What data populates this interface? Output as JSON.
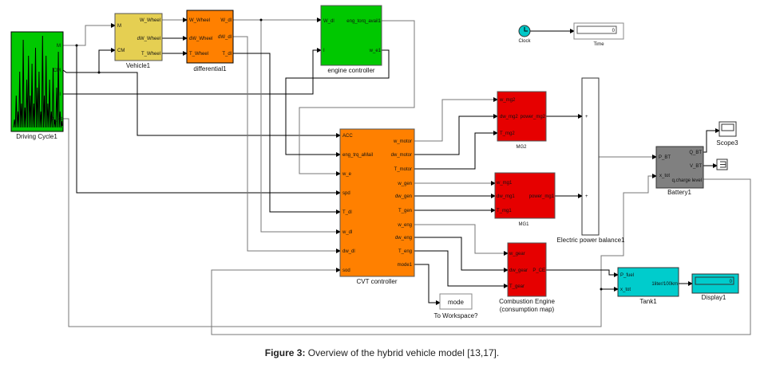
{
  "colors": {
    "green": "#00c800",
    "yellow": "#e5cf52",
    "orange": "#ff8000",
    "red": "#e60000",
    "gray": "#808080",
    "cyan": "#00cccc",
    "clock": "#00c8c8"
  },
  "blocks": {
    "driving_cycle": {
      "label": "Driving Cycle1",
      "outputs": [
        "M",
        "CM",
        "I",
        "K_tot"
      ]
    },
    "vehicle": {
      "label": "Vehicle1",
      "inputs": [
        "M",
        "CM"
      ],
      "outputs": [
        "W_Wheel",
        "dW_Wheel",
        "T_Wheel"
      ]
    },
    "differential": {
      "label": "differential1",
      "inputs": [
        "W_Wheel",
        "dW_Wheel",
        "T_Wheel"
      ],
      "outputs": [
        "W_dl",
        "dW_dl",
        "T_dl"
      ]
    },
    "engine_controller": {
      "label": "engine controller",
      "inputs": [
        "W_dl",
        "I"
      ],
      "outputs": [
        "eng_torq_avail1",
        "w_e1"
      ]
    },
    "clock": {
      "label": "Clock"
    },
    "time": {
      "label": "Time",
      "value": "0"
    },
    "cvt": {
      "label": "CVT controller",
      "inputs": [
        "ACC",
        "eng_trq_aMail",
        "w_e",
        "spd",
        "T_dl",
        "w_dl",
        "dw_dl",
        "sod"
      ],
      "outputs": [
        "w_motor",
        "dw_motor",
        "T_motor",
        "w_gen",
        "dw_gen",
        "T_gen",
        "w_eng",
        "dw_eng",
        "T_eng",
        "mode1"
      ]
    },
    "mg2": {
      "label": "MG2",
      "inputs": [
        "w_mg2",
        "dw_mg2",
        "T_mg2"
      ],
      "output": "power_mg2"
    },
    "mg1": {
      "label": "MG1",
      "inputs": [
        "w_mg1",
        "dw_mg1",
        "T_mg1"
      ],
      "output": "power_mg1"
    },
    "combustion": {
      "label": "Combustion Engine",
      "label2": "(consumption map)",
      "inputs": [
        "w_gear",
        "dw_gear",
        "T_gear"
      ],
      "output": "P_CE"
    },
    "workspace": {
      "label": "To Workspace?",
      "value": "mode"
    },
    "power_balance": {
      "label": "Electric power balance1",
      "signs": [
        "+",
        "+"
      ]
    },
    "battery": {
      "label": "Battery1",
      "inputs": [
        "P_BT",
        "x_tot"
      ],
      "outputs": [
        "Q_BT",
        "V_BT",
        "q,charge level"
      ]
    },
    "scope": {
      "label": "Scope3"
    },
    "tank": {
      "label": "Tank1",
      "inputs": [
        "P_fuel",
        "x_tot"
      ],
      "output": "1liter/100km"
    },
    "display": {
      "label": "Display1",
      "value": "0"
    }
  },
  "caption": {
    "prefix": "Figure 3:",
    "text": " Overview of the hybrid vehicle model [13,17]."
  }
}
